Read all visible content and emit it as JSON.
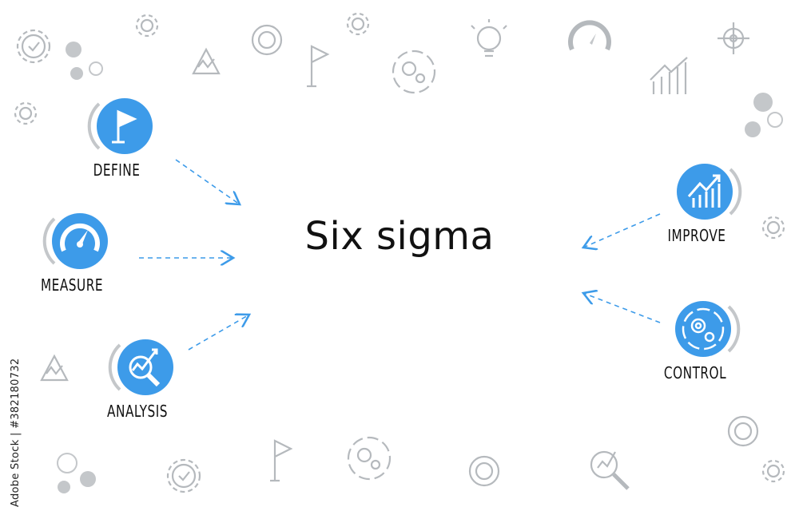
{
  "title": "Six sigma",
  "nodes": [
    {
      "id": "define",
      "label": "DEFINE",
      "icon": "flag-icon"
    },
    {
      "id": "measure",
      "label": "MEASURE",
      "icon": "gauge-icon"
    },
    {
      "id": "analysis",
      "label": "ANALYSIS",
      "icon": "magnifier-chart-icon"
    },
    {
      "id": "improve",
      "label": "IMPROVE",
      "icon": "bar-chart-up-icon"
    },
    {
      "id": "control",
      "label": "CONTROL",
      "icon": "gears-cycle-icon"
    }
  ],
  "colors": {
    "accent": "#3d9be9",
    "icon_gray": "#b5b9bd",
    "text": "#111111"
  },
  "stock_id": "Adobe Stock | #382180732"
}
